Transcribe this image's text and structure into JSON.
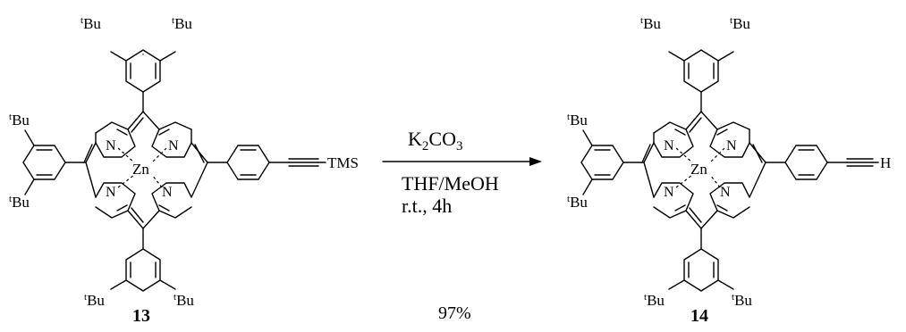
{
  "reaction": {
    "reactant_label": "13",
    "product_label": "14",
    "reagent": "K2CO3",
    "solvent": "THF/MeOH",
    "conditions": "r.t., 4h",
    "yield": "97%"
  },
  "substituents": {
    "tbu_sup": "t",
    "tbu_main": "Bu",
    "tms": "TMS",
    "terminal_h": "H"
  },
  "atoms": {
    "nitrogen": "N",
    "zinc": "Zn"
  }
}
